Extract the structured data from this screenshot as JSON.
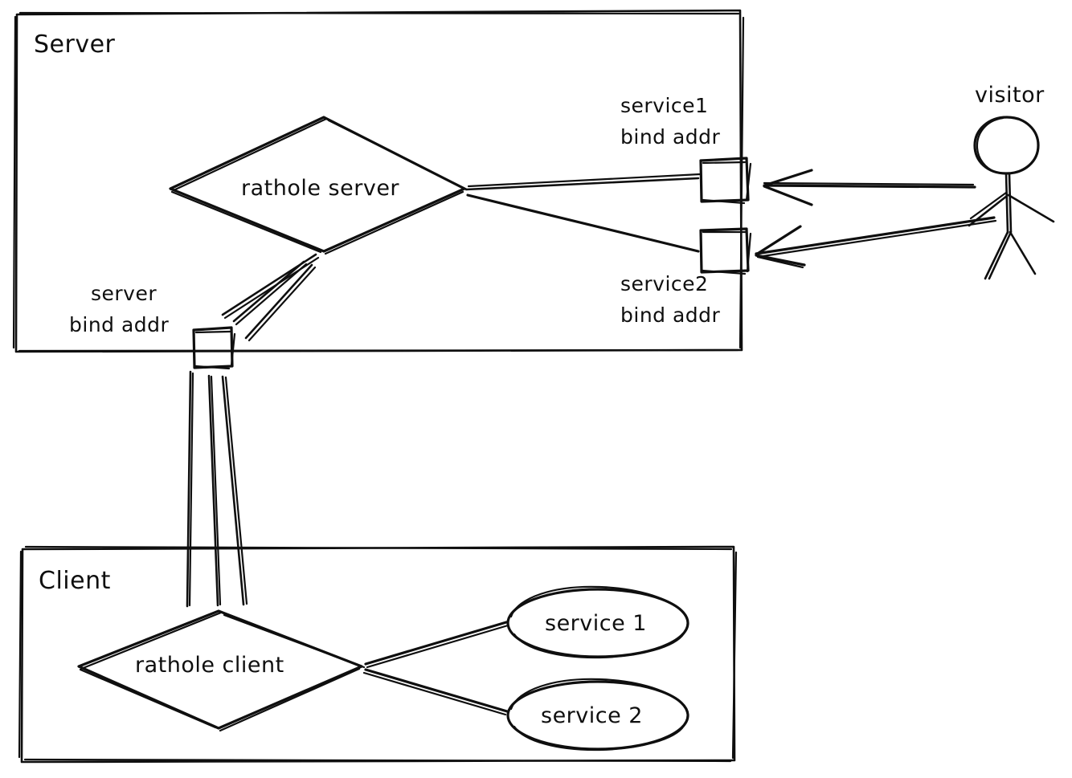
{
  "diagram": {
    "title_hidden": "",
    "style": "hand-drawn",
    "stroke_color": "#0f0f0f",
    "background_color": "#ffffff"
  },
  "containers": [
    {
      "id": "server",
      "label": "Server"
    },
    {
      "id": "client",
      "label": "Client"
    }
  ],
  "nodes": {
    "rathole_server": {
      "label": "rathole server",
      "shape": "diamond"
    },
    "rathole_client": {
      "label": "rathole client",
      "shape": "diamond"
    },
    "service1_bind": {
      "label": "service1\nbind addr",
      "shape": "rect"
    },
    "service2_bind": {
      "label": "service2\nbind addr",
      "shape": "rect"
    },
    "server_bind": {
      "label": "server\nbind addr",
      "shape": "rect"
    },
    "service1": {
      "label": "service 1",
      "shape": "ellipse"
    },
    "service2": {
      "label": "service 2",
      "shape": "ellipse"
    },
    "visitor": {
      "label": "visitor",
      "shape": "stick-figure"
    }
  },
  "labels": {
    "server_container": "Server",
    "client_container": "Client",
    "rathole_server": "rathole server",
    "rathole_client": "rathole client",
    "service1_bind_line1": "service1",
    "service1_bind_line2": "bind addr",
    "service2_bind_line1": "service2",
    "service2_bind_line2": "bind addr",
    "server_bind_line1": "server",
    "server_bind_line2": "bind addr",
    "service1_node": "service 1",
    "service2_node": "service 2",
    "visitor": "visitor"
  },
  "edges": [
    {
      "from": "rathole_server",
      "to": "service1_bind",
      "arrow": false
    },
    {
      "from": "rathole_server",
      "to": "service2_bind",
      "arrow": false
    },
    {
      "from": "visitor",
      "to": "service1_bind",
      "arrow": true
    },
    {
      "from": "visitor",
      "to": "service2_bind",
      "arrow": true
    },
    {
      "from": "rathole_server",
      "to": "server_bind",
      "arrow": false
    },
    {
      "from": "server_bind",
      "to": "rathole_client",
      "arrow": false
    },
    {
      "from": "rathole_client",
      "to": "service1",
      "arrow": false
    },
    {
      "from": "rathole_client",
      "to": "service2",
      "arrow": false
    }
  ]
}
